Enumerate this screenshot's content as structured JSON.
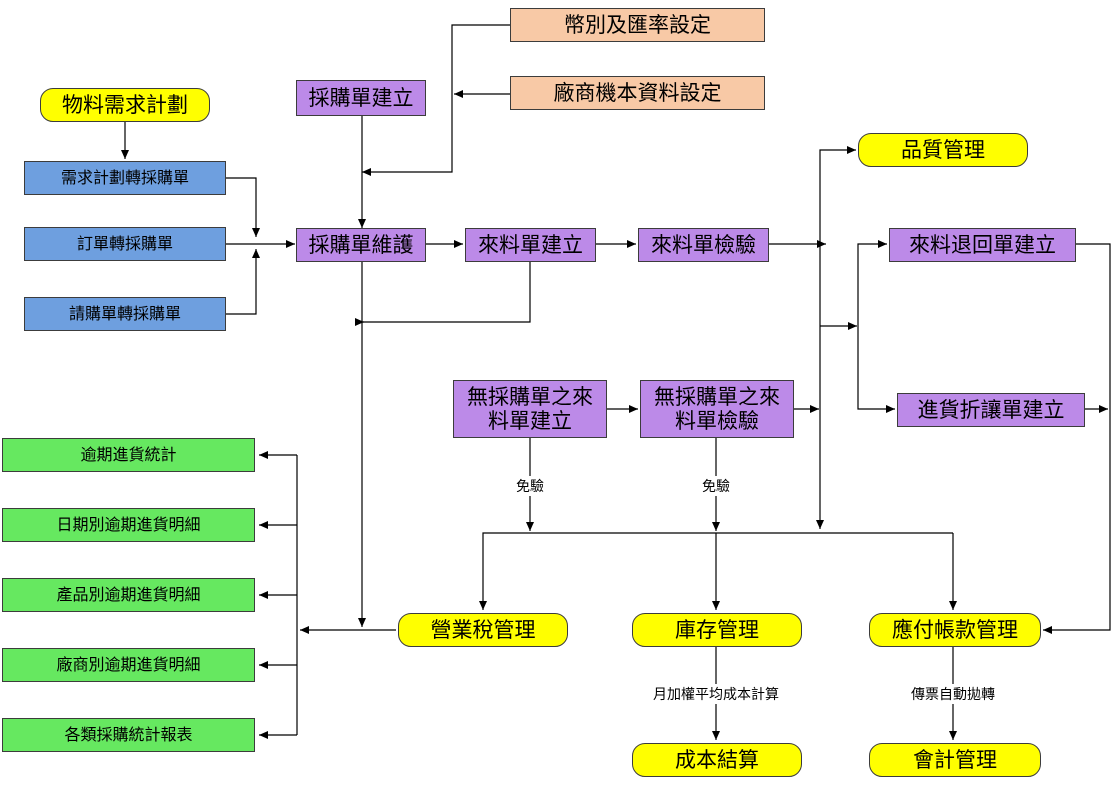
{
  "nodes": {
    "currency_setting": "幣別及匯率設定",
    "vendor_setting": "廠商機本資料設定",
    "po_create": "採購單建立",
    "mrp": "物料需求計劃",
    "mrp_to_po": "需求計劃轉採購單",
    "order_to_po": "訂單轉採購單",
    "pr_to_po": "請購單轉採購單",
    "po_maintain": "採購單維護",
    "receipt_create": "來料單建立",
    "receipt_inspect": "來料單檢驗",
    "quality": "品質管理",
    "return_create": "來料退回單建立",
    "discount_create": "進貨折讓單建立",
    "nopo_receipt_create": "無採購單之來料單建立",
    "nopo_receipt_inspect": "無採購單之來料單檢驗",
    "overdue_stats": "逾期進貨統計",
    "overdue_by_date": "日期別逾期進貨明細",
    "overdue_by_product": "產品別逾期進貨明細",
    "overdue_by_vendor": "廠商別逾期進貨明細",
    "purchase_reports": "各類採購統計報表",
    "sales_tax": "營業稅管理",
    "inventory": "庫存管理",
    "payable": "應付帳款管理",
    "cost_settlement": "成本結算",
    "accounting": "會計管理"
  },
  "labels": {
    "exempt_1": "免驗",
    "exempt_2": "免驗",
    "weighted_average": "月加權平均成本計算",
    "auto_voucher": "傳票自動拋轉"
  }
}
